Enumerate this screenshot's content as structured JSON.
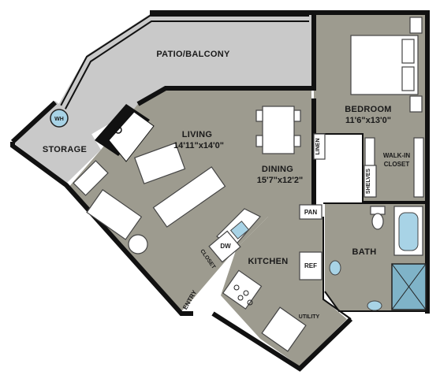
{
  "rooms": {
    "patio": {
      "name": "PATIO/BALCONY"
    },
    "storage": {
      "name": "STORAGE"
    },
    "water_heater": {
      "name": "WH"
    },
    "living": {
      "name": "LIVING",
      "size": "14'11\"x14'0\""
    },
    "dining": {
      "name": "DINING",
      "size": "15'7\"x12'2\""
    },
    "bedroom": {
      "name": "BEDROOM",
      "size": "11'6\"x13'0\""
    },
    "walk_in_closet": {
      "name_line1": "WALK-IN",
      "name_line2": "CLOSET"
    },
    "shelves": {
      "name": "SHELVES"
    },
    "linen": {
      "name": "LINEN"
    },
    "pantry": {
      "name": "PAN"
    },
    "kitchen": {
      "name": "KITCHEN"
    },
    "dishwasher": {
      "name": "DW"
    },
    "closet": {
      "name": "CLOSET"
    },
    "refrigerator": {
      "name": "REF"
    },
    "bath": {
      "name": "BATH"
    },
    "utility": {
      "name": "UTILITY"
    },
    "entry": {
      "name": "ENTRY"
    }
  },
  "colors": {
    "floor": "#9d9b8f",
    "patio": "#c9c9c9",
    "wall": "#111111",
    "shower": "#7fb3c8",
    "fixture": "#a8d3e6"
  }
}
